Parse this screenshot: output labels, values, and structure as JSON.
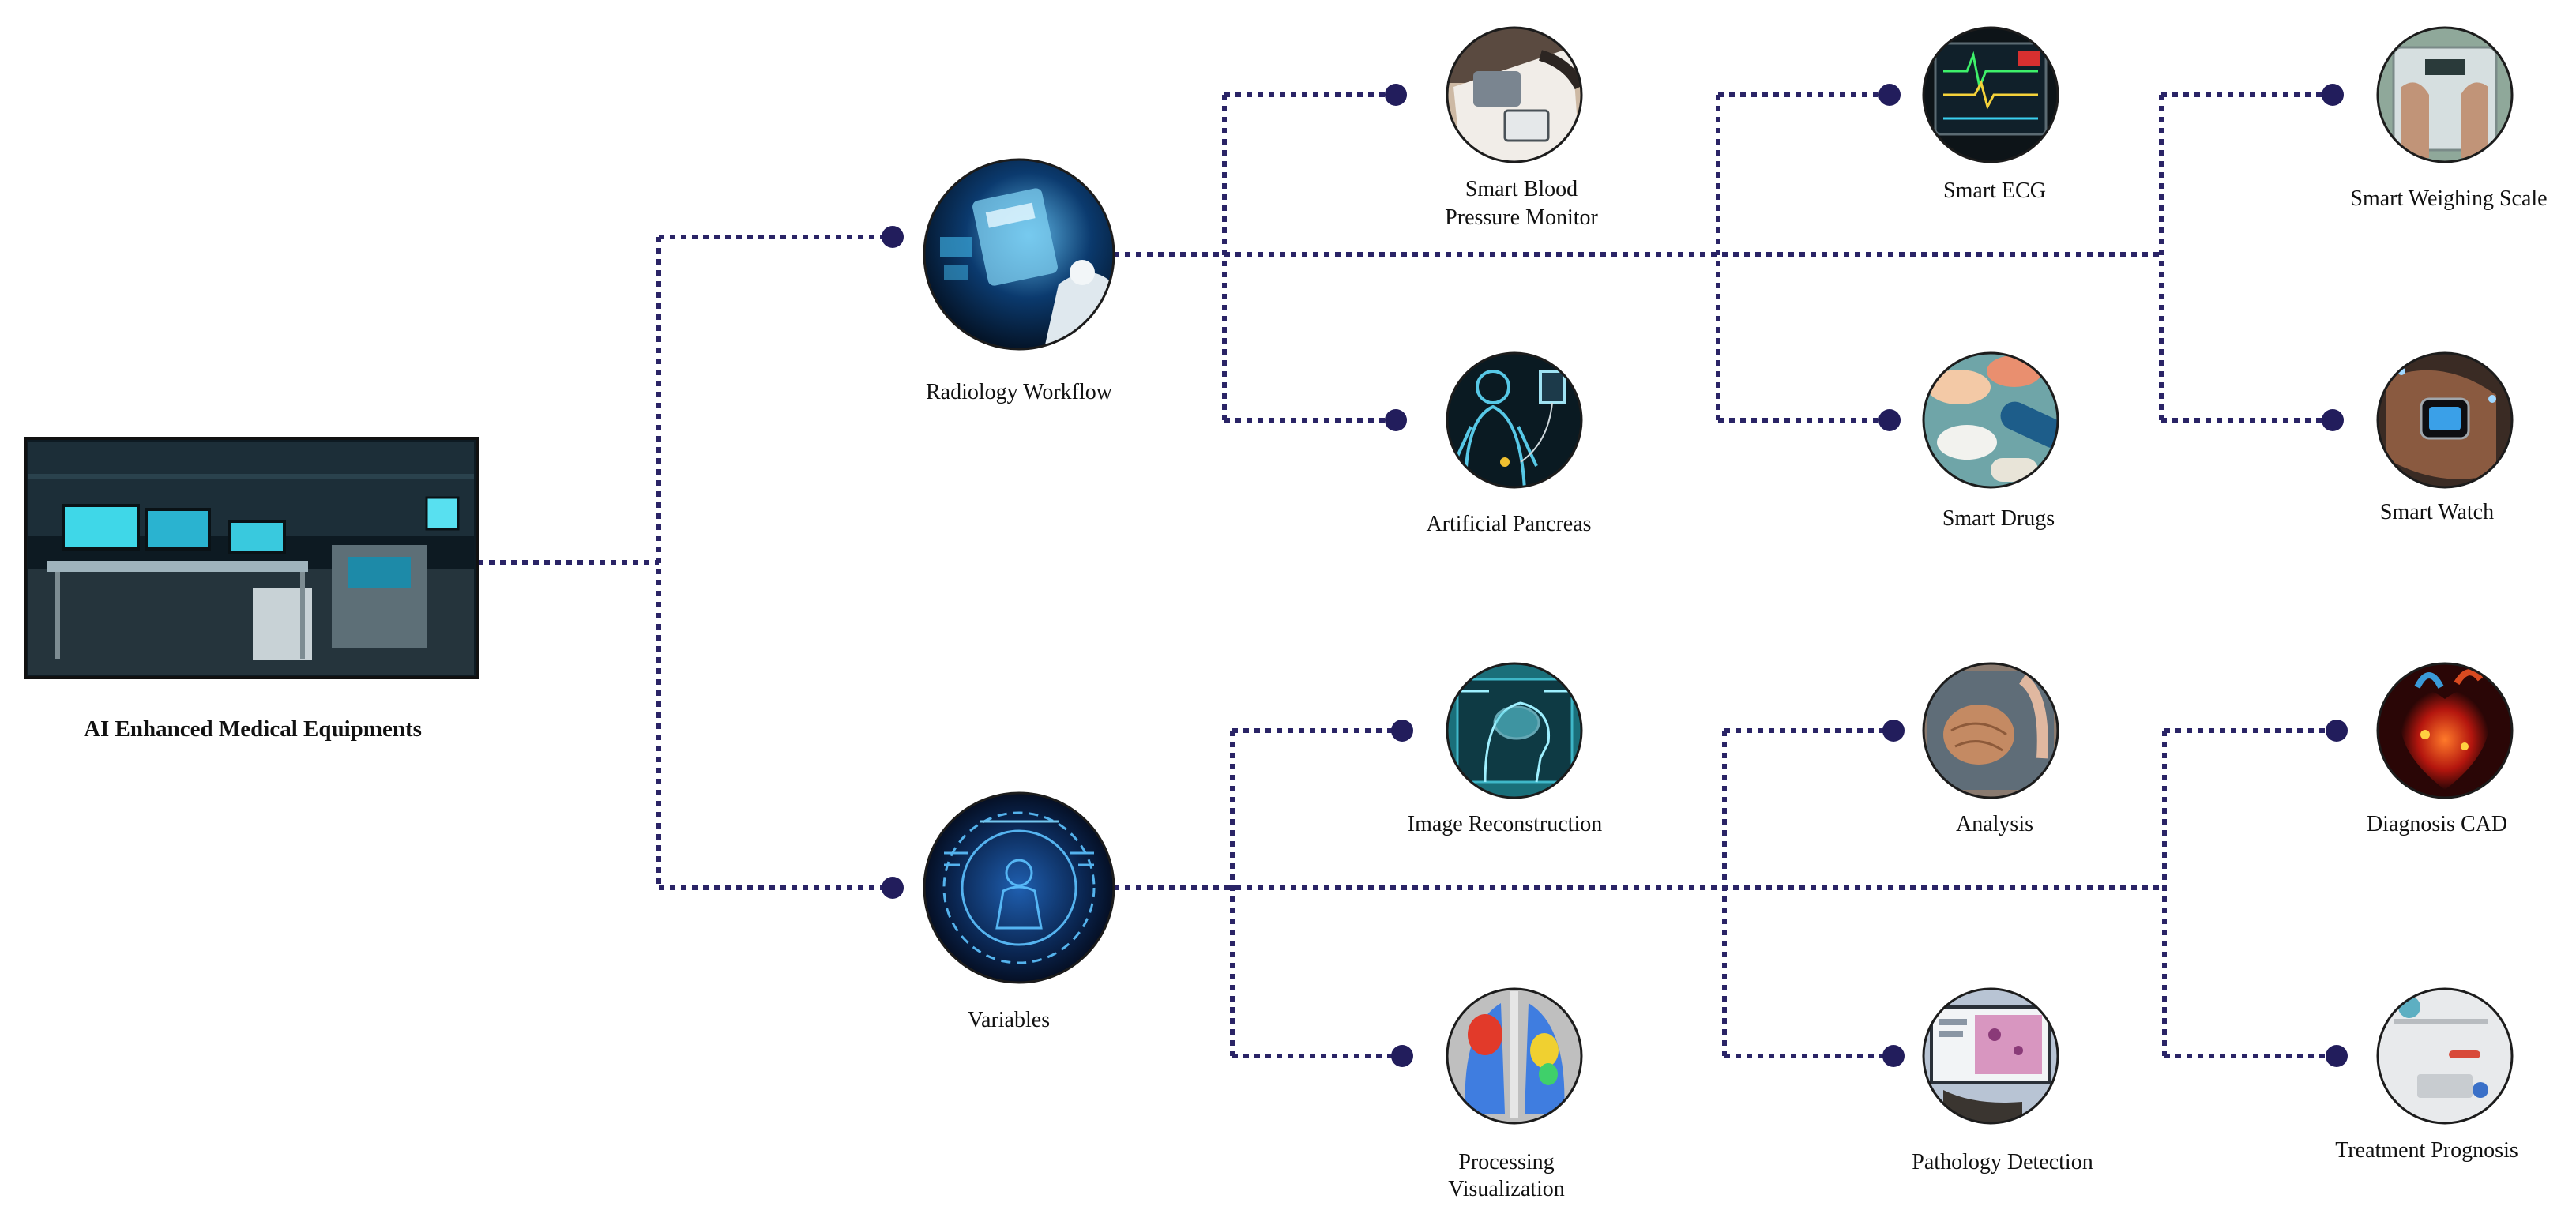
{
  "root": {
    "label": "AI Enhanced Medical Equipments"
  },
  "branches": [
    {
      "label": "Radiology Workflow",
      "icon": "radiology-robot-icon",
      "color": "#0b3a6e",
      "leaves": [
        {
          "label_lines": [
            "Smart Blood",
            "Pressure Monitor"
          ],
          "icon": "blood-pressure-cuff-icon",
          "color": "#cdb9a4"
        },
        {
          "label_lines": [
            "Artificial Pancreas"
          ],
          "icon": "human-body-pump-icon",
          "color": "#0a1a22"
        },
        {
          "label_lines": [
            "Smart ECG"
          ],
          "icon": "ecg-monitor-icon",
          "color": "#0d1418"
        },
        {
          "label_lines": [
            "Smart Drugs"
          ],
          "icon": "pills-icon",
          "color": "#6fa5a8"
        },
        {
          "label_lines": [
            "Smart Weighing Scale"
          ],
          "icon": "weighing-scale-icon",
          "color": "#8fa89a"
        },
        {
          "label_lines": [
            "Smart Watch"
          ],
          "icon": "smart-watch-icon",
          "color": "#3a2b24"
        }
      ]
    },
    {
      "label": "Variables",
      "icon": "body-scan-hud-icon",
      "color": "#0a2550",
      "leaves": [
        {
          "label_lines": [
            "Image Reconstruction"
          ],
          "icon": "brain-scan-icon",
          "color": "#1a6f7a"
        },
        {
          "label_lines": [
            "Processing",
            "Visualization"
          ],
          "icon": "lung-heatmap-icon",
          "color": "#d9d9d9"
        },
        {
          "label_lines": [
            "Analysis"
          ],
          "icon": "brain-model-icon",
          "color": "#8a7a6f"
        },
        {
          "label_lines": [
            "Pathology Detection"
          ],
          "icon": "pathology-screen-icon",
          "color": "#b8c4d4"
        },
        {
          "label_lines": [
            "Diagnosis CAD"
          ],
          "icon": "glowing-heart-icon",
          "color": "#8a1a12"
        },
        {
          "label_lines": [
            "Treatment Prognosis"
          ],
          "icon": "lab-equipment-icon",
          "color": "#e8eaec"
        }
      ]
    }
  ],
  "colors": {
    "connector": "#2a2466",
    "dot": "#221d5c"
  }
}
